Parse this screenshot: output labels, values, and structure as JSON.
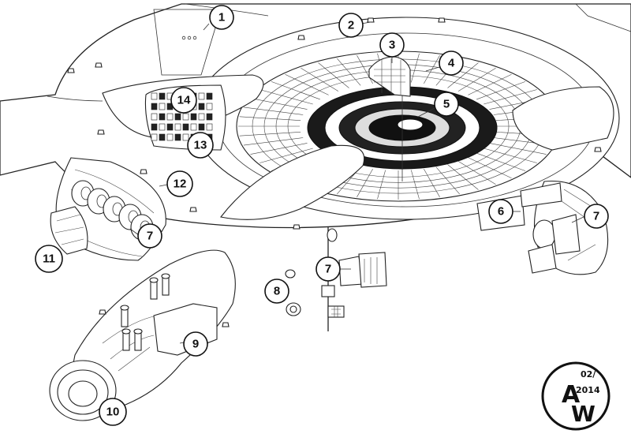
{
  "callouts": [
    {
      "id": "c1",
      "label": "1"
    },
    {
      "id": "c2",
      "label": "2"
    },
    {
      "id": "c3",
      "label": "3"
    },
    {
      "id": "c4",
      "label": "4"
    },
    {
      "id": "c5",
      "label": "5"
    },
    {
      "id": "c6",
      "label": "6"
    },
    {
      "id": "c7a",
      "label": "7"
    },
    {
      "id": "c7b",
      "label": "7"
    },
    {
      "id": "c7c",
      "label": "7"
    },
    {
      "id": "c8",
      "label": "8"
    },
    {
      "id": "c9",
      "label": "9"
    },
    {
      "id": "c10",
      "label": "10"
    },
    {
      "id": "c11",
      "label": "11"
    },
    {
      "id": "c12",
      "label": "12"
    },
    {
      "id": "c13",
      "label": "13"
    },
    {
      "id": "c14",
      "label": "14"
    }
  ],
  "stamp": {
    "initial_a": "A",
    "initial_w": "W",
    "month": "02/",
    "year": "2014"
  }
}
